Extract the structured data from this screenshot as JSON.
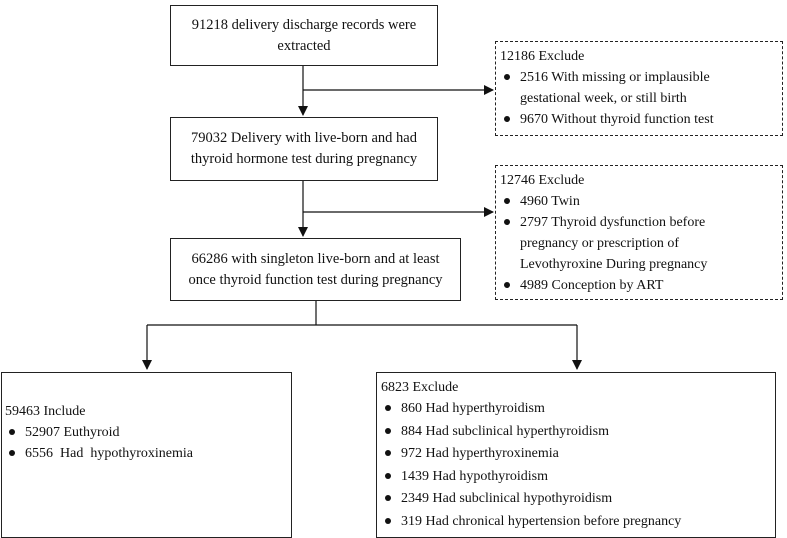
{
  "flow": {
    "step1": {
      "line1": "91218 delivery discharge records were",
      "line2": "extracted"
    },
    "step2": {
      "line1": "79032 Delivery with live-born and had",
      "line2": "thyroid hormone test during pregnancy"
    },
    "step3": {
      "line1": "66286  with singleton live-born and at least",
      "line2": "once thyroid function test during pregnancy"
    },
    "exclude1": {
      "title": "12186 Exclude",
      "items": [
        {
          "line1": "2516 With missing or implausible",
          "line2": "gestational week, or still birth"
        },
        {
          "line1": "9670 Without thyroid function test"
        }
      ]
    },
    "exclude2": {
      "title": "12746 Exclude",
      "items": [
        {
          "line1": "4960 Twin"
        },
        {
          "line1": "2797 Thyroid dysfunction before",
          "line2": "pregnancy or prescription of",
          "line3": "Levothyroxine During pregnancy"
        },
        {
          "line1": "4989 Conception by ART"
        }
      ]
    },
    "include": {
      "title": "59463 Include",
      "items": [
        "52907 Euthyroid",
        "6556  Had  hypothyroxinemia"
      ]
    },
    "exclude3": {
      "title": "6823 Exclude",
      "items": [
        "860 Had hyperthyroidism",
        "884 Had subclinical hyperthyroidism",
        "972 Had hyperthyroxinemia",
        "1439 Had hypothyroidism",
        "2349 Had subclinical hypothyroidism",
        "319 Had chronical hypertension before pregnancy"
      ]
    }
  }
}
